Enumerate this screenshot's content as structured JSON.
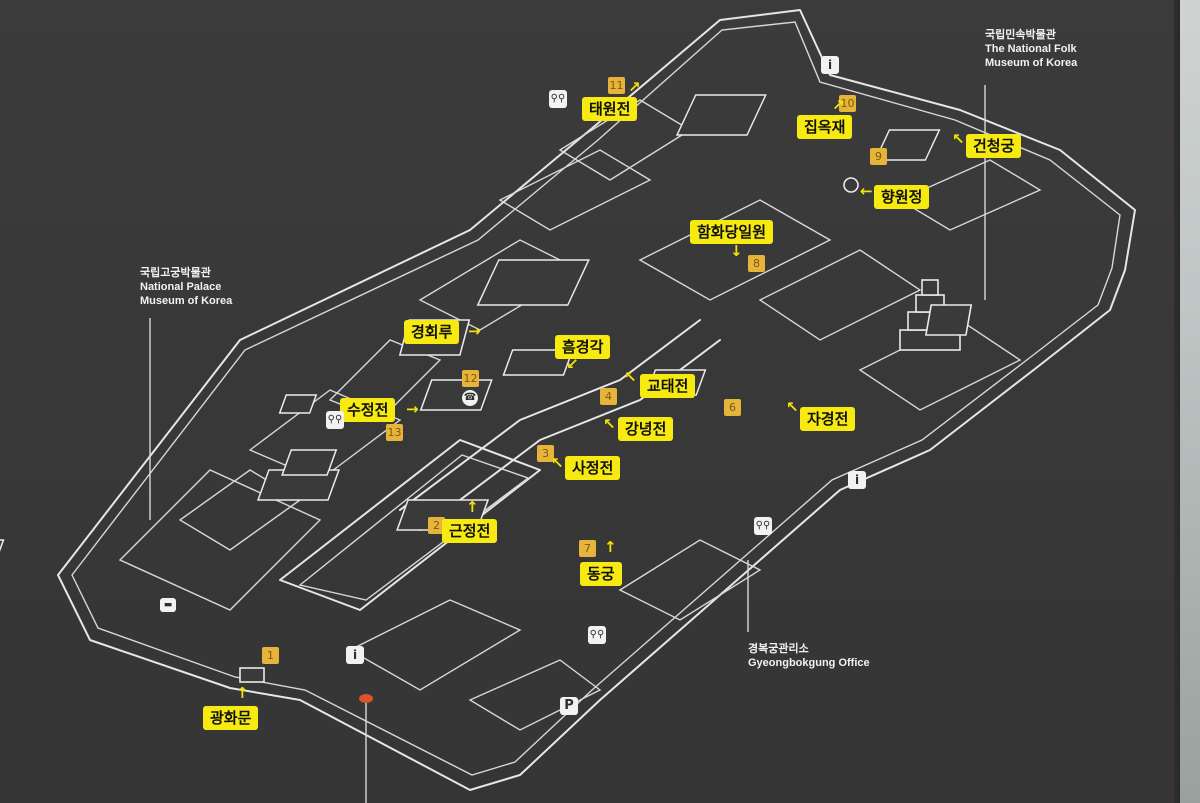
{
  "museums": {
    "palace": {
      "ko": "국립고궁박물관",
      "en1": "National Palace",
      "en2": "Museum of Korea"
    },
    "folk": {
      "ko": "국립민속박물관",
      "en1": "The National Folk",
      "en2": "Museum of Korea"
    },
    "office": {
      "ko": "경복궁관리소",
      "en": "Gyeongbokgung Office"
    }
  },
  "places": [
    {
      "id": "gwanghwamun",
      "name": "광화문",
      "num": "1"
    },
    {
      "id": "geunjeongjeon",
      "name": "근정전",
      "num": "2"
    },
    {
      "id": "sajeongjeon",
      "name": "사정전",
      "num": "3"
    },
    {
      "id": "gangnyeongjeon",
      "name": "강녕전",
      "num": "4"
    },
    {
      "id": "gyotaejeon",
      "name": "교태전",
      "num": ""
    },
    {
      "id": "jagyeongjeon",
      "name": "자경전",
      "num": "6"
    },
    {
      "id": "donggung",
      "name": "동궁",
      "num": "7"
    },
    {
      "id": "hamhwadang",
      "name": "함화당일원",
      "num": "8"
    },
    {
      "id": "geoncheonggung",
      "name": "건청궁",
      "num": "9"
    },
    {
      "id": "jibokjae",
      "name": "집옥재",
      "num": "10"
    },
    {
      "id": "taewonjeon",
      "name": "태원전",
      "num": "11"
    },
    {
      "id": "gyeonghoeru",
      "name": "경회루",
      "num": "12"
    },
    {
      "id": "sujeongjeon",
      "name": "수정전",
      "num": "13"
    },
    {
      "id": "heumgyeonggak",
      "name": "흠경각",
      "num": ""
    },
    {
      "id": "hyangwonjeong",
      "name": "향원정",
      "num": ""
    }
  ],
  "icons": {
    "info": "i",
    "parking": "P",
    "restroom": "restroom-icon"
  }
}
